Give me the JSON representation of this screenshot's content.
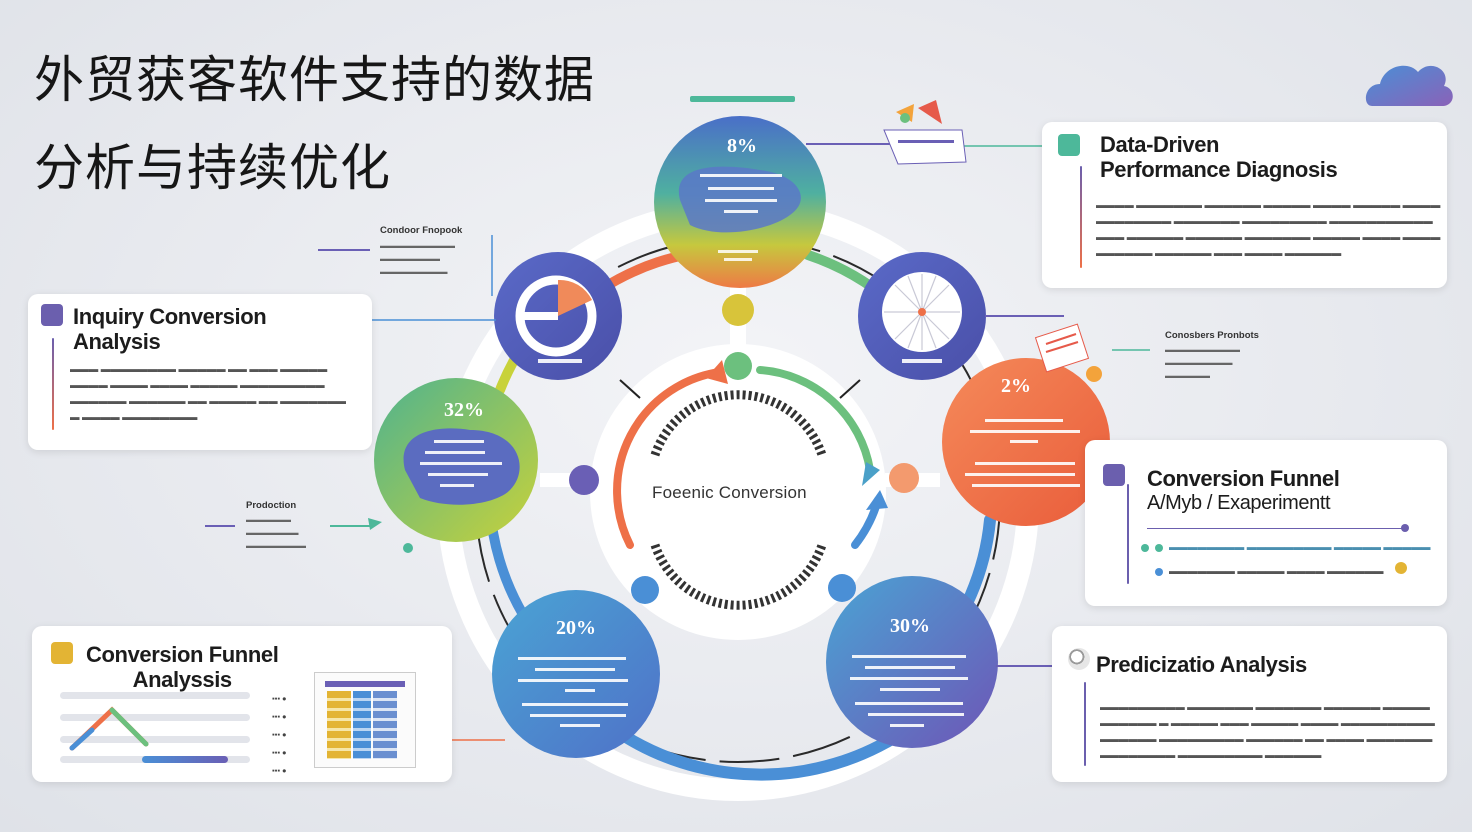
{
  "title": {
    "line1": "外贸获客软件支持的数据",
    "line2": "分析与持续优化"
  },
  "center": {
    "label": "Foeenic Conversion"
  },
  "nodes": {
    "top": {
      "pct": "8%"
    },
    "right": {
      "pct": "2%"
    },
    "left": {
      "pct": "32%"
    },
    "bottom_left": {
      "pct": "20%"
    },
    "bottom_right": {
      "pct": "30%"
    }
  },
  "cards": {
    "inquiry": {
      "title_line1": "Inquiry Conversion",
      "title_line2": "Analysis",
      "color": "#6b5fae"
    },
    "data_driven": {
      "title_line1": "Data-Driven",
      "title_line2": "Performance Diagnosis",
      "color": "#4db89a"
    },
    "funnel_ab": {
      "title_line1": "Conversion Funnel",
      "title_line2": "A/Myb / Exaperimentt",
      "color": "#6b5fae"
    },
    "funnel": {
      "title_line1": "Conversion Funnel",
      "title_line2": "Analyssis",
      "color": "#e3b434"
    },
    "prediction": {
      "title": "Predicizatio Analysis",
      "color": "#888888"
    }
  },
  "labels": {
    "conductor": "Condoor Fnopook",
    "prediction_small": "Prodoction",
    "conversion_small": "Conosbers Pronbots"
  },
  "colors": {
    "orange": "#ee7048",
    "green": "#6cc07e",
    "blue": "#4a8fd6",
    "purple": "#6a5fb5",
    "yellow": "#d8c43a"
  }
}
